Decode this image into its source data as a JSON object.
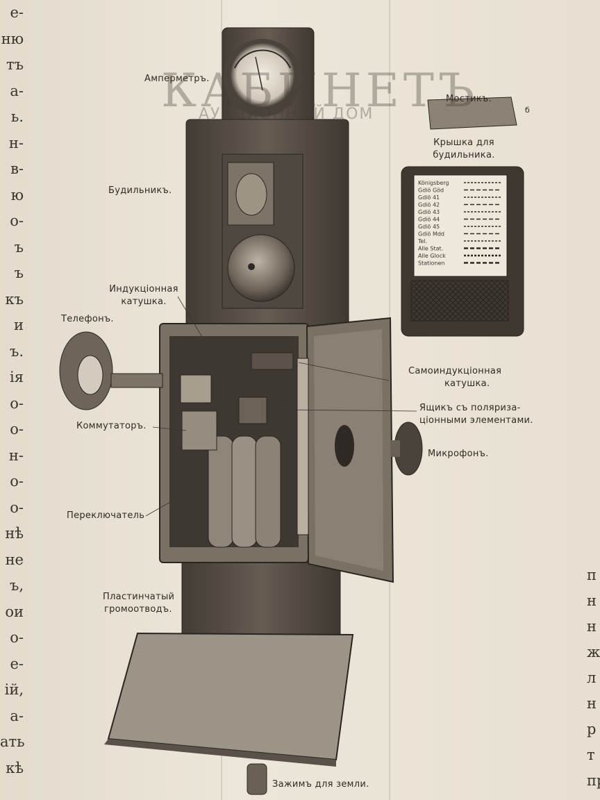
{
  "left_column_fragments": [
    "е-",
    "ню",
    "тъ",
    "а-",
    "ь.",
    "н-",
    "в-",
    "ю",
    "о-",
    "ъ",
    "ъ",
    "къ",
    "и",
    "ъ.",
    "ія",
    "о-",
    "о-",
    "н-",
    "о-",
    "о-",
    "нѣ",
    "не",
    "ъ,",
    "ои",
    "о-",
    "е-",
    "ій,",
    "а-",
    "ать",
    "кѣ"
  ],
  "right_column_fragments": [
    "п",
    "н",
    "н",
    "ж",
    "л",
    "н",
    "р",
    "т",
    "пр"
  ],
  "labels": {
    "ammeter": "Амперметръ.",
    "bridge": "Мостикъ.",
    "bridge_mark": "б",
    "lid_title_1": "Крышка для",
    "lid_title_2": "будильника.",
    "alarm": "Будильникъ.",
    "induction_coil_1": "Индукціонная",
    "induction_coil_2": "катушка.",
    "telephone": "Телефонъ.",
    "self_induction_1": "Самоиндукціонная",
    "self_induction_2": "катушка.",
    "polarization_box_1": "Ящикъ съ поляриза-",
    "polarization_box_2": "ціонными элементами.",
    "commutator": "Коммутаторъ.",
    "microphone": "Микрофонъ.",
    "switch": "Переключатель",
    "lightning_1": "Пластинчатый",
    "lightning_2": "громоотводъ.",
    "ground_clamp": "Зажимъ для земли."
  },
  "lid_panel_lines": [
    "Königsberg",
    "Gdiö Göd",
    "Gdiö 41",
    "Gdiö 42",
    "Gdiö 43",
    "Gdiö 44",
    "Gdiö 45",
    "Gdiö Mdd",
    "Tel.",
    "Alle Stat.",
    "Alle Glock",
    "Stationen"
  ],
  "watermark": {
    "name": "КАБИНЕТЪ",
    "subtitle": "АУКЦИОННЫЙ ДОМ"
  },
  "colors": {
    "paper": "#e9e2d4",
    "ink": "#2e2924",
    "wood": "#5a524a"
  }
}
